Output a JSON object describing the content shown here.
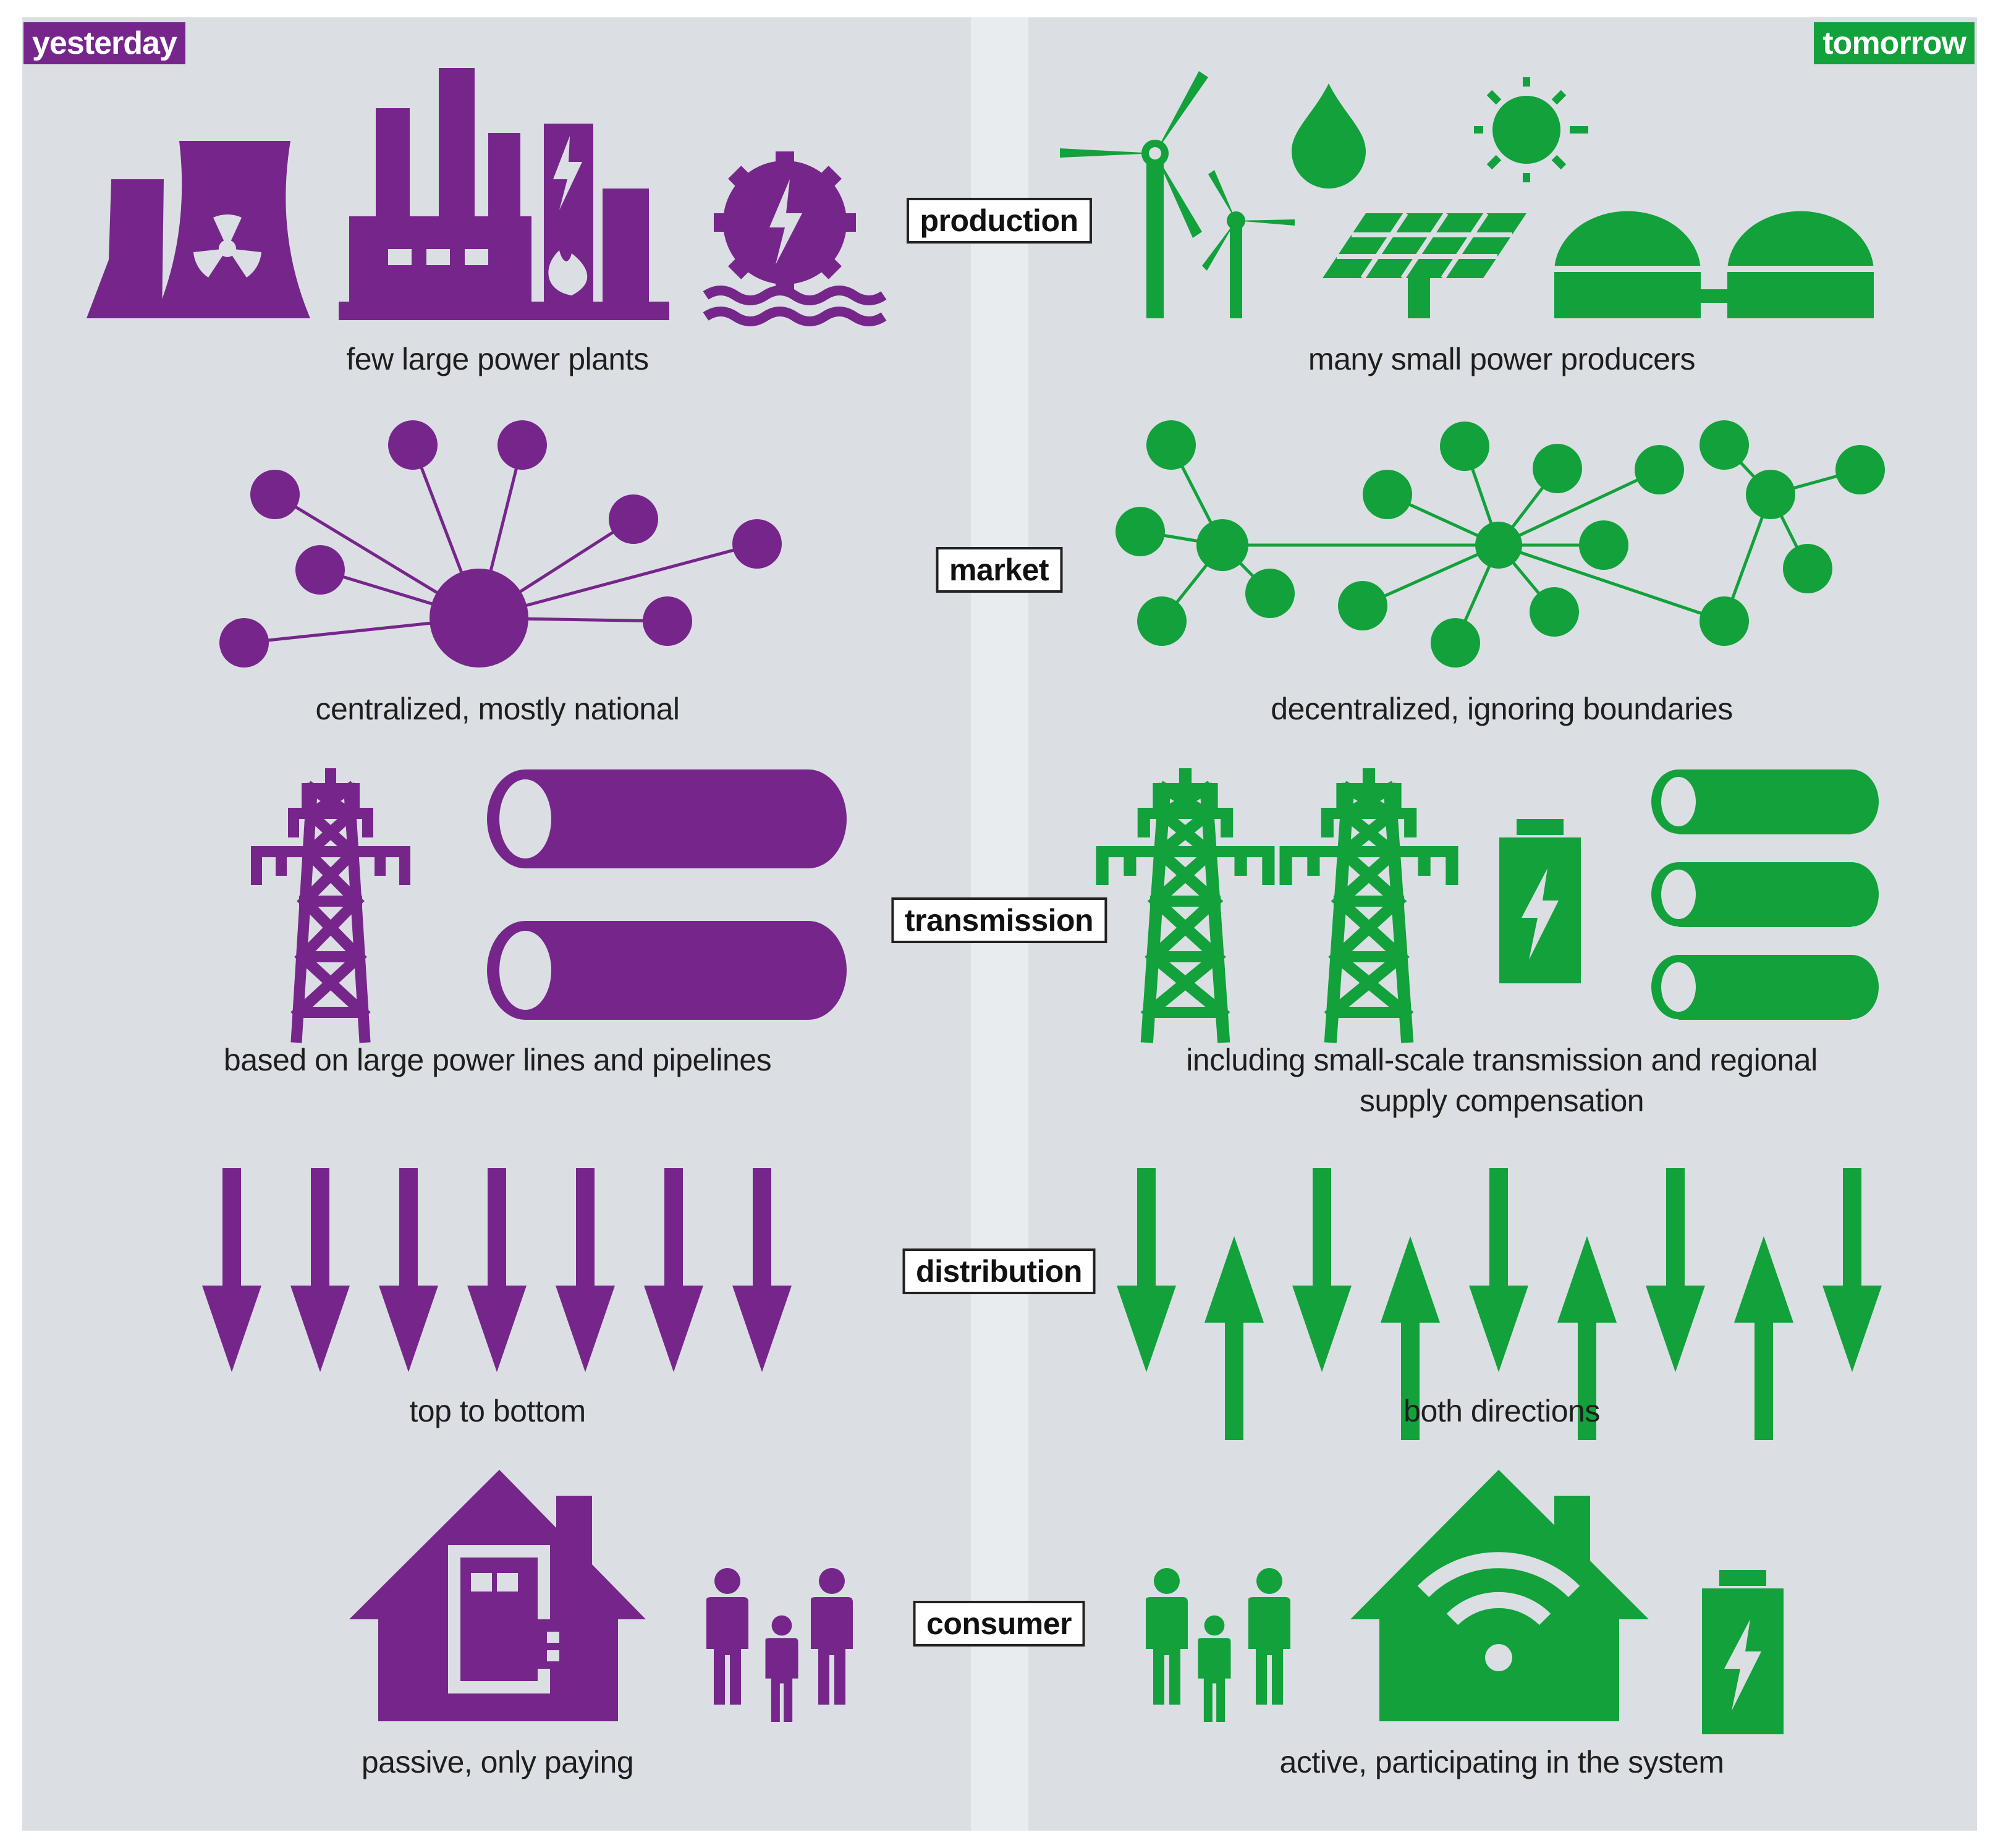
{
  "colors": {
    "background": "#dbdfe3",
    "divider": "#e9ecef",
    "yesterday": "#76268b",
    "tomorrow": "#12a13b"
  },
  "headers": {
    "left": "yesterday",
    "right": "tomorrow"
  },
  "rows": [
    {
      "category": "production",
      "left_caption": "few large power plants",
      "right_caption": "many small power producers",
      "left_icons": [
        "nuclear-plant-icon",
        "fossil-plant-icon",
        "hydro-plant-icon"
      ],
      "right_icons": [
        "wind-turbine-icon",
        "water-drop-icon",
        "sun-icon",
        "solar-panel-icon",
        "biogas-icon"
      ]
    },
    {
      "category": "market",
      "left_caption": "centralized, mostly national",
      "right_caption": "decentralized, ignoring boundaries",
      "left_icons": [
        "central-hub-network-icon"
      ],
      "right_icons": [
        "distributed-network-icon"
      ]
    },
    {
      "category": "transmission",
      "left_caption": "based on large power lines and pipelines",
      "right_caption": [
        "including small-scale transmission and regional",
        "supply compensation"
      ],
      "left_icons": [
        "power-pylon-icon",
        "pipeline-icon"
      ],
      "right_icons": [
        "power-pylon-icon",
        "battery-icon",
        "pipeline-icon"
      ]
    },
    {
      "category": "distribution",
      "left_caption": "top to bottom",
      "right_caption": "both directions",
      "left_icons": [
        "arrow-down-icon"
      ],
      "right_icons": [
        "arrow-down-icon",
        "arrow-up-icon"
      ]
    },
    {
      "category": "consumer",
      "left_caption": "passive, only paying",
      "right_caption": "active, participating in the system",
      "left_icons": [
        "house-meter-icon",
        "family-icon"
      ],
      "right_icons": [
        "family-icon",
        "smart-house-icon",
        "battery-icon"
      ]
    }
  ]
}
